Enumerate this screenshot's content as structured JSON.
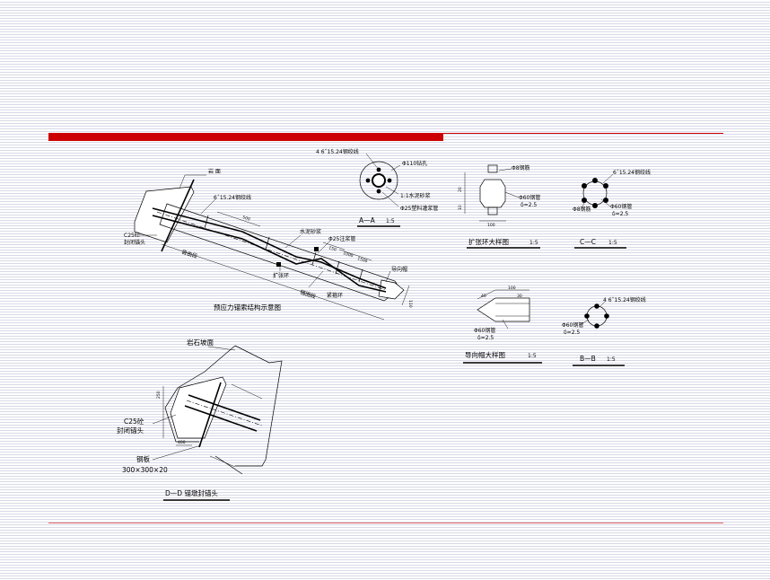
{
  "colors": {
    "accent_red": "#cc0000",
    "line_red": "#e06a6a",
    "stripe": "#d9d9e8",
    "ink": "#000000"
  },
  "main_diagram": {
    "title": "预应力锚索结构示意图",
    "label_rock_wall": "岩 面",
    "label_strand": "6ˆ15.24钢绞线",
    "label_c25": "C25砼",
    "label_seal_head": "封闭锚头",
    "label_free_section": "自由段",
    "label_anchor_section": "锚固段",
    "label_cement_mortar": "水泥砂浆",
    "label_grout_pipe": "Φ25注浆管",
    "label_spacer": "扩张环",
    "label_centralizer": "紧箍环",
    "label_guide_cap": "导向帽",
    "dim_a": "500",
    "dim_b": "150",
    "dim_c": "1000",
    "dim_d": "1500",
    "dim_e": "110"
  },
  "section_aa": {
    "title": "A—A",
    "scale": "1:5",
    "label_strand": "4 6ˆ15.24钢绞线",
    "label_hole": "Φ110钻孔",
    "label_mortar": "1:1水泥砂浆",
    "label_pipe": "Φ25塑料灌浆管"
  },
  "spacer_detail": {
    "title": "扩张环大样图",
    "scale": "1:5",
    "label_rebar": "Φ8钢筋",
    "label_tube": "Φ60钢管",
    "label_thk": "δ=2.5",
    "dim_width": "100",
    "dim_top": "20",
    "dim_side": "10"
  },
  "section_cc": {
    "title": "C—C",
    "scale": "1:5",
    "label_strand": "6ˆ15.24钢绞线",
    "label_rebar": "Φ8钢筋",
    "label_tube": "Φ60钢管",
    "label_thk": "δ=2.5"
  },
  "guide_cap_detail": {
    "title": "导向帽大样图",
    "scale": "1:5",
    "label_tube": "Φ60钢管",
    "label_thk": "δ=2.5",
    "dim_len": "100",
    "dim_h": "30",
    "dim_tip": "40"
  },
  "section_bb": {
    "title": "B—B",
    "scale": "1:5",
    "label_strand": "4 6ˆ15.24钢绞线",
    "label_tube": "Φ60钢管",
    "label_thk": "δ=2.5"
  },
  "section_dd": {
    "title": "D—D 锚墩封锚头",
    "label_slope": "岩石坡面",
    "label_c25": "C25砼",
    "label_seal": "封闭锚头",
    "label_plate": "钢板",
    "label_plate_size": "300×300×20",
    "dim_a": "250",
    "dim_b": "400"
  }
}
